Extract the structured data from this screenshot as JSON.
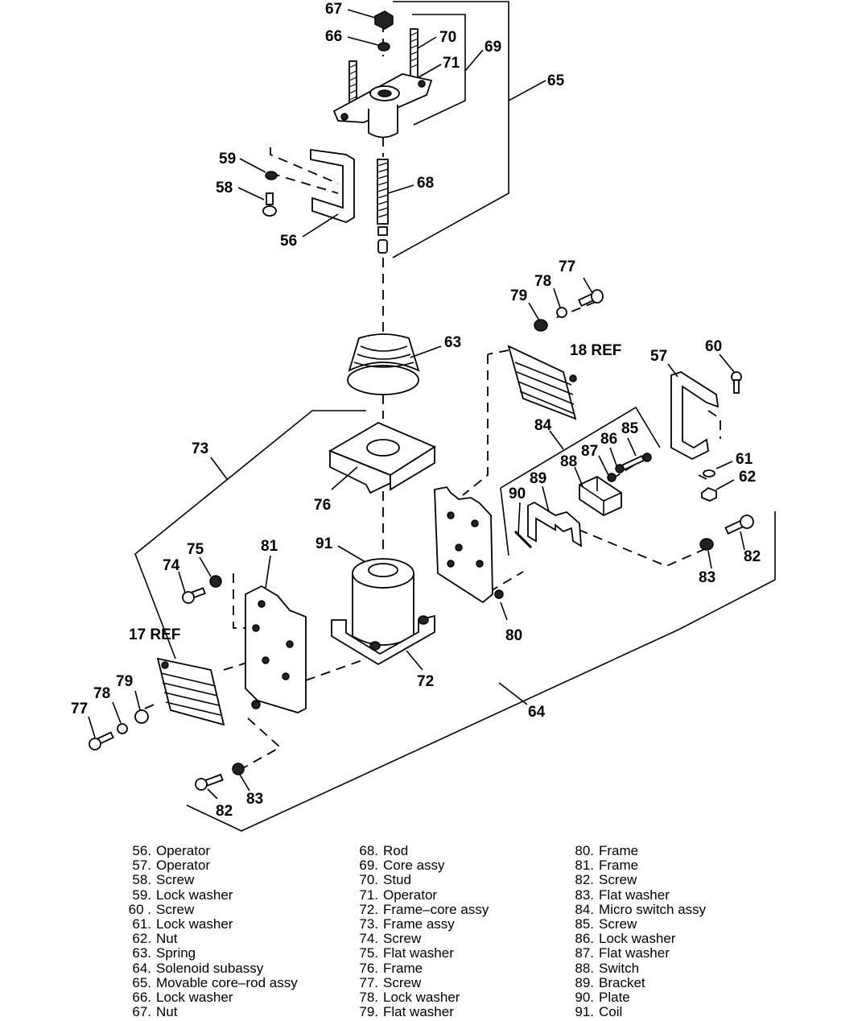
{
  "callouts": [
    {
      "id": "c67",
      "text": "67"
    },
    {
      "id": "c66",
      "text": "66"
    },
    {
      "id": "c70",
      "text": "70"
    },
    {
      "id": "c69",
      "text": "69"
    },
    {
      "id": "c71",
      "text": "71"
    },
    {
      "id": "c65",
      "text": "65"
    },
    {
      "id": "c59",
      "text": "59"
    },
    {
      "id": "c58",
      "text": "58"
    },
    {
      "id": "c68",
      "text": "68"
    },
    {
      "id": "c56",
      "text": "56"
    },
    {
      "id": "c77a",
      "text": "77"
    },
    {
      "id": "c78a",
      "text": "78"
    },
    {
      "id": "c79a",
      "text": "79"
    },
    {
      "id": "c63",
      "text": "63"
    },
    {
      "id": "c18ref",
      "text": "18 REF"
    },
    {
      "id": "c57",
      "text": "57"
    },
    {
      "id": "c60",
      "text": "60"
    },
    {
      "id": "c73",
      "text": "73"
    },
    {
      "id": "c84",
      "text": "84"
    },
    {
      "id": "c85",
      "text": "85"
    },
    {
      "id": "c86",
      "text": "86"
    },
    {
      "id": "c87",
      "text": "87"
    },
    {
      "id": "c88",
      "text": "88"
    },
    {
      "id": "c61",
      "text": "61"
    },
    {
      "id": "c62",
      "text": "62"
    },
    {
      "id": "c90",
      "text": "90"
    },
    {
      "id": "c89",
      "text": "89"
    },
    {
      "id": "c76",
      "text": "76"
    },
    {
      "id": "c91",
      "text": "91"
    },
    {
      "id": "c81",
      "text": "81"
    },
    {
      "id": "c75",
      "text": "75"
    },
    {
      "id": "c74",
      "text": "74"
    },
    {
      "id": "c82a",
      "text": "82"
    },
    {
      "id": "c83a",
      "text": "83"
    },
    {
      "id": "c17ref",
      "text": "17 REF"
    },
    {
      "id": "c80",
      "text": "80"
    },
    {
      "id": "c79b",
      "text": "79"
    },
    {
      "id": "c78b",
      "text": "78"
    },
    {
      "id": "c77b",
      "text": "77"
    },
    {
      "id": "c72",
      "text": "72"
    },
    {
      "id": "c64",
      "text": "64"
    },
    {
      "id": "c83b",
      "text": "83"
    },
    {
      "id": "c82b",
      "text": "82"
    }
  ],
  "legend": {
    "col1": [
      {
        "num": "56.",
        "name": "Operator"
      },
      {
        "num": "57.",
        "name": "Operator"
      },
      {
        "num": "58.",
        "name": "Screw"
      },
      {
        "num": "59.",
        "name": "Lock washer"
      },
      {
        "num": "60 .",
        "name": "Screw"
      },
      {
        "num": "61.",
        "name": "Lock washer"
      },
      {
        "num": "62.",
        "name": "Nut"
      },
      {
        "num": "63.",
        "name": "Spring"
      },
      {
        "num": "64.",
        "name": "Solenoid subassy"
      },
      {
        "num": "65.",
        "name": "Movable core–rod assy"
      },
      {
        "num": "66.",
        "name": "Lock washer"
      },
      {
        "num": "67.",
        "name": "Nut"
      }
    ],
    "col2": [
      {
        "num": "68.",
        "name": "Rod"
      },
      {
        "num": "69.",
        "name": "Core assy"
      },
      {
        "num": "70.",
        "name": "Stud"
      },
      {
        "num": "71.",
        "name": "Operator"
      },
      {
        "num": "72.",
        "name": "Frame–core assy"
      },
      {
        "num": "73.",
        "name": "Frame assy"
      },
      {
        "num": "74.",
        "name": "Screw"
      },
      {
        "num": "75.",
        "name": "Flat washer"
      },
      {
        "num": "76.",
        "name": "Frame"
      },
      {
        "num": "77.",
        "name": "Screw"
      },
      {
        "num": "78.",
        "name": "Lock washer"
      },
      {
        "num": "79.",
        "name": "Flat washer"
      }
    ],
    "col3": [
      {
        "num": "80.",
        "name": "Frame"
      },
      {
        "num": "81.",
        "name": "Frame"
      },
      {
        "num": "82.",
        "name": "Screw"
      },
      {
        "num": "83.",
        "name": "Flat washer"
      },
      {
        "num": "84.",
        "name": "Micro switch assy"
      },
      {
        "num": "85.",
        "name": "Screw"
      },
      {
        "num": "86.",
        "name": "Lock washer"
      },
      {
        "num": "87.",
        "name": "Flat washer"
      },
      {
        "num": "88.",
        "name": "Switch"
      },
      {
        "num": "89.",
        "name": "Bracket"
      },
      {
        "num": "90.",
        "name": "Plate"
      },
      {
        "num": "91.",
        "name": "Coil"
      }
    ]
  }
}
